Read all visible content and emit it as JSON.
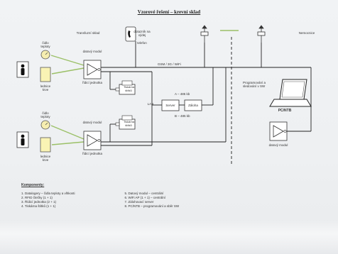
{
  "title": "Vzorové řešení – krevní sklad",
  "sections": {
    "left": "Transfuzní sklad",
    "right": "Nemocnice"
  },
  "labels": {
    "phone_top": "dotazník na výdej",
    "phone_bottom": "telefon",
    "top_sensor": "čidlo teploty",
    "top_storage": "lednice krve",
    "top_module": "datový modul",
    "top_unit": "řídicí jednotka",
    "top_printer": "Tiskárna štítků",
    "bottom_sensor": "čidlo teploty",
    "bottom_storage": "lednice krve",
    "bottom_module": "datový modul",
    "bottom_unit": "řídicí jednotka",
    "bottom_printer": "Tiskárna štítků",
    "lan_left": "LAN",
    "wifi_line": "GSM / 3G / WiFi",
    "server_a": "Server",
    "server_b": "Záloha",
    "link_top": "A – 485 kb",
    "link_bottom": "B – 485 kb",
    "remote_note": "Programování a sledování v SW",
    "pc_label": "PC/NTB",
    "remote_unit": "datový modul"
  },
  "legend": {
    "heading": "Komponenty:",
    "col1": [
      "1. Datalogery – čidla teploty a vlhkosti",
      "2. RFID čtečky (1 + 1)",
      "3. Řídicí jednotka (2 + 1)",
      "4. Tiskárna štítků (1 + 1)"
    ],
    "col2": [
      "5. Datový modul – centrální",
      "6. WiFi AP (1 + 1) – centrální",
      "7. Zálohovací server",
      "8. PC/NTB – programování a sběr SW"
    ]
  }
}
